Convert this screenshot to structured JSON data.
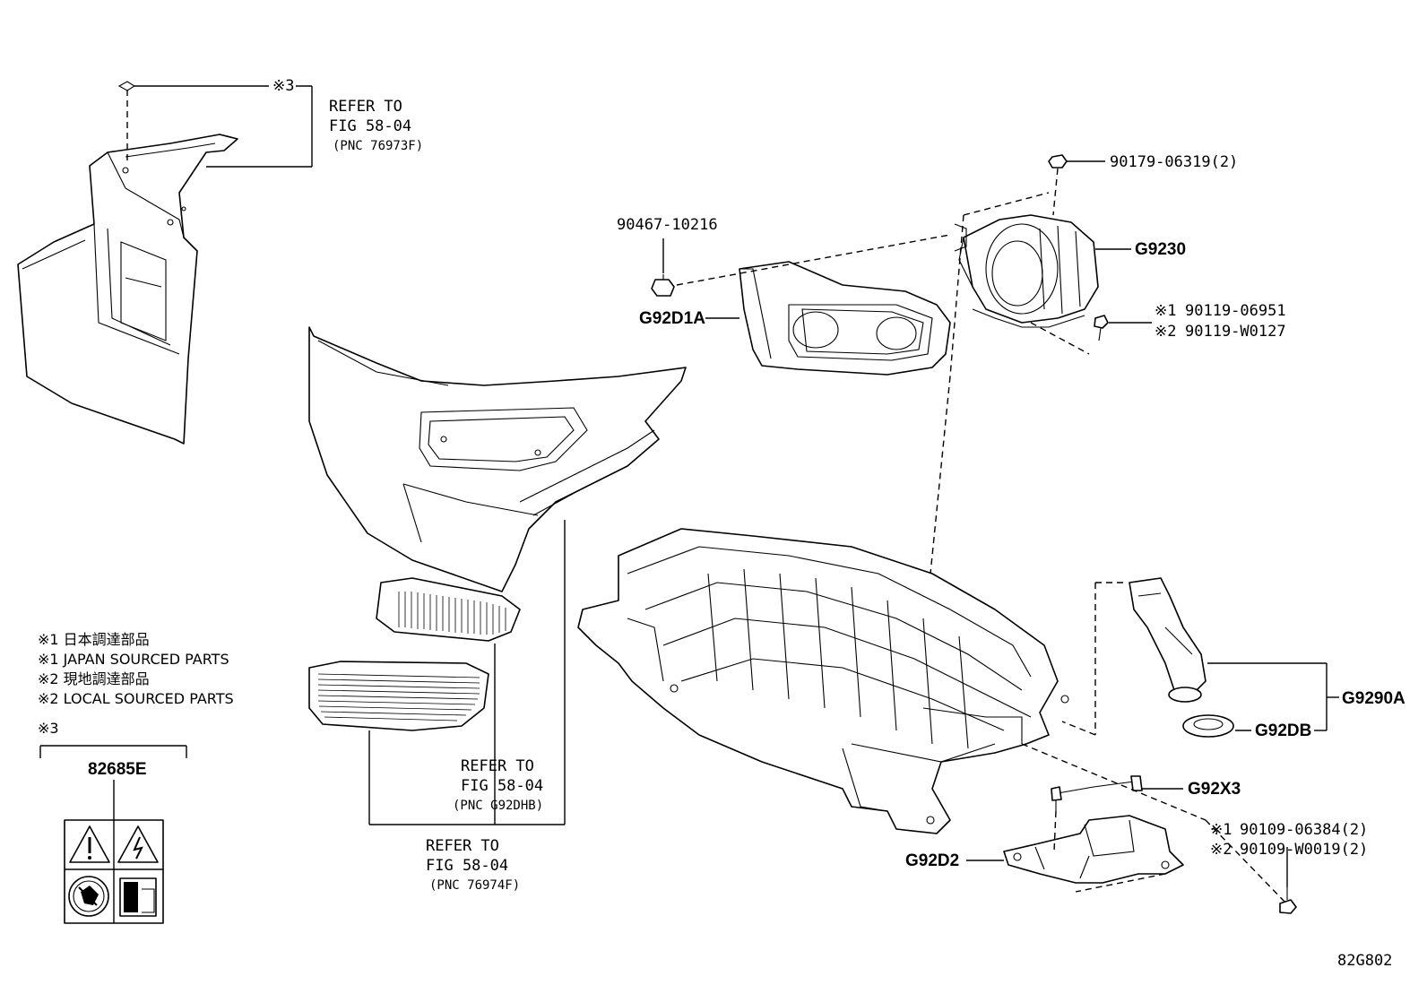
{
  "refs": {
    "top_left": {
      "line1": "REFER TO",
      "line2": "FIG 58-04",
      "line3": "(PNC 76973F)",
      "mark": "※3"
    },
    "mid": {
      "line1": "REFER TO",
      "line2": "FIG 58-04",
      "line3": "(PNC G92DHB)"
    },
    "bottom": {
      "line1": "REFER TO",
      "line2": "FIG 58-04",
      "line3": "(PNC 76974F)"
    }
  },
  "parts": {
    "p90467": "90467-10216",
    "pG92D1A": "G92D1A",
    "p90179": "90179-06319(2)",
    "pG9230": "G9230",
    "p90119a_mark": "※1",
    "p90119a": "90119-06951",
    "p90119b_mark": "※2",
    "p90119b": "90119-W0127",
    "pG9290A": "G9290A",
    "pG92DB": "G92DB",
    "pG92X3": "G92X3",
    "p90109a_mark": "※1",
    "p90109a": "90109-06384(2)",
    "p90109b_mark": "※2",
    "p90109b": "90109-W0019(2)",
    "pG92D2": "G92D2"
  },
  "legend": {
    "l1": "※1 日本調達部品",
    "l2": "※1 JAPAN SOURCED PARTS",
    "l3": "※2 現地調達部品",
    "l4": "※2 LOCAL SOURCED PARTS",
    "l5": "※3",
    "label_part": "82685E"
  },
  "figure_id": "82G802"
}
